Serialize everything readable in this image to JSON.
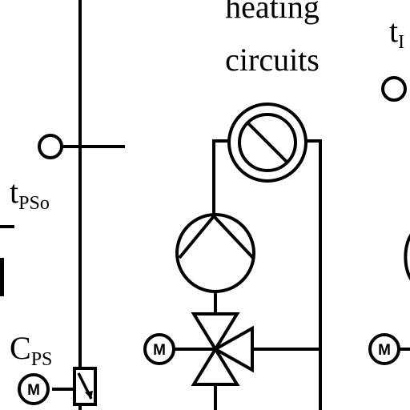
{
  "labels": {
    "heating_line1": "heating",
    "heating_line2": "circuits",
    "t_pso_main": "t",
    "t_pso_sub": "PSo",
    "c_ps_main": "C",
    "c_ps_sub": "PS",
    "t_right_main": "t",
    "t_right_sub": "I"
  },
  "motor_symbol": "M",
  "icons": {
    "radiator": "heat-exchanger-icon",
    "pump": "circulation-pump-icon",
    "mixing_valve": "three-way-valve-icon",
    "motor": "motor-icon",
    "sensor": "temperature-sensor-icon",
    "heater_element": "electric-heater-icon"
  }
}
